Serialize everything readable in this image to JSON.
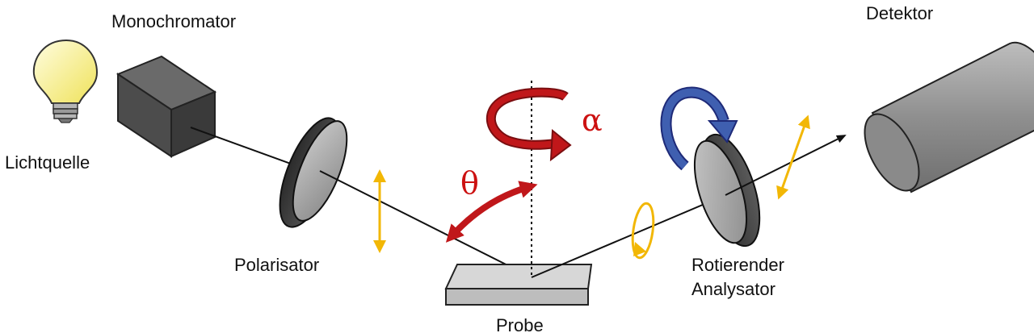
{
  "labels": {
    "light_source": "Lichtquelle",
    "monochromator": "Monochromator",
    "polarizer": "Polarisator",
    "sample": "Probe",
    "analyzer_line1": "Rotierender",
    "analyzer_line2": "Analysator",
    "detector": "Detektor",
    "alpha": "α",
    "theta": "θ"
  },
  "colors": {
    "beam": "#111111",
    "rotation_arrow": "#c0171a",
    "analyzer_rotation": "#3a5aa8",
    "polarization": "#f2b705",
    "bulb": "#f7f08a",
    "dark_body": "#4a4a4a",
    "detector_body": "#9a9a9a",
    "sample_top": "#d7d7d7"
  },
  "icons": {
    "light_source": "light-bulb-icon",
    "detector": "cylinder-detector-icon"
  }
}
